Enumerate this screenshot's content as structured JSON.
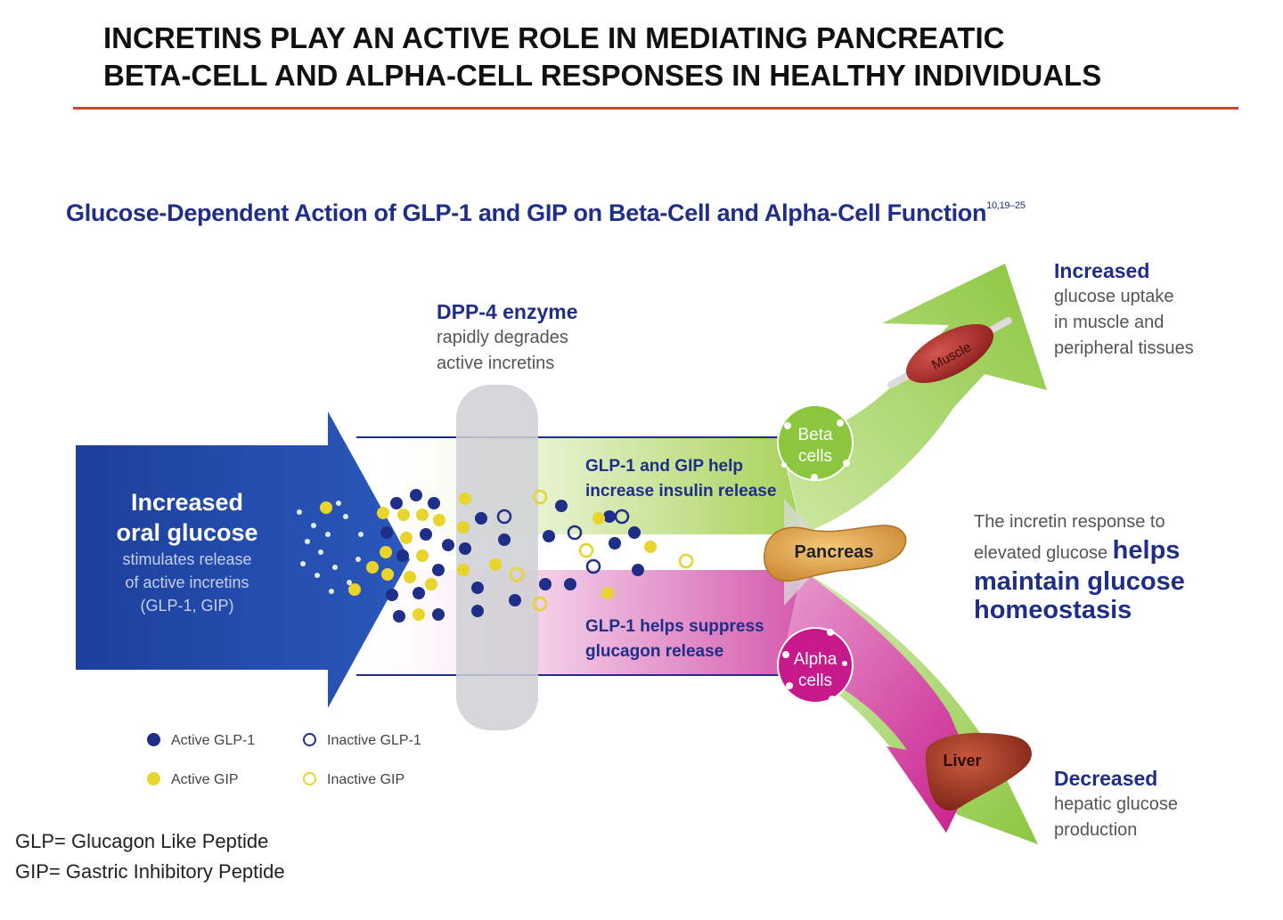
{
  "title": {
    "line1": "INCRETINS PLAY AN ACTIVE ROLE IN MEDIATING PANCREATIC",
    "line2": "BETA-CELL AND ALPHA-CELL RESPONSES IN HEALTHY INDIVIDUALS"
  },
  "subtitle": {
    "text": "Glucose-Dependent Action of GLP-1 and GIP on Beta-Cell and Alpha-Cell Function",
    "refs": "10,19–25"
  },
  "colors": {
    "accent_red": "#e53b2c",
    "navy": "#1f2e88",
    "blue_arrow": "#1f48a8",
    "green": "#8cc63f",
    "magenta": "#c8198a",
    "gip_yellow": "#e8d42b"
  },
  "input_arrow": {
    "heading1": "Increased",
    "heading2": "oral glucose",
    "line1": "stimulates release",
    "line2": "of active incretins",
    "line3": "(GLP-1, GIP)"
  },
  "dpp4": {
    "heading": "DPP-4 enzyme",
    "line1": "rapidly degrades",
    "line2": "active incretins"
  },
  "beta_path": {
    "line1": "GLP-1 and GIP help",
    "line2": "increase insulin release",
    "cell_line1": "Beta",
    "cell_line2": "cells"
  },
  "alpha_path": {
    "line1": "GLP-1 helps suppress",
    "line2": "glucagon release",
    "cell_line1": "Alpha",
    "cell_line2": "cells"
  },
  "organs": {
    "pancreas": "Pancreas",
    "muscle": "Muscle",
    "liver": "Liver"
  },
  "outcome_increased": {
    "heading": "Increased",
    "line1": "glucose uptake",
    "line2": "in muscle and",
    "line3": "peripheral tissues"
  },
  "outcome_decreased": {
    "heading": "Decreased",
    "line1": "hepatic glucose",
    "line2": "production"
  },
  "incretin_response": {
    "line1": "The incretin response to",
    "line2_plain": "elevated glucose ",
    "line2_bold": "helps",
    "line3": "maintain glucose",
    "line4": "homeostasis"
  },
  "legend": {
    "active_glp1": "Active GLP-1",
    "inactive_glp1": "Inactive GLP-1",
    "active_gip": "Active GIP",
    "inactive_gip": "Inactive GIP"
  },
  "definitions": {
    "glp": "GLP= Glucagon Like Peptide",
    "gip": "GIP= Gastric Inhibitory Peptide"
  }
}
